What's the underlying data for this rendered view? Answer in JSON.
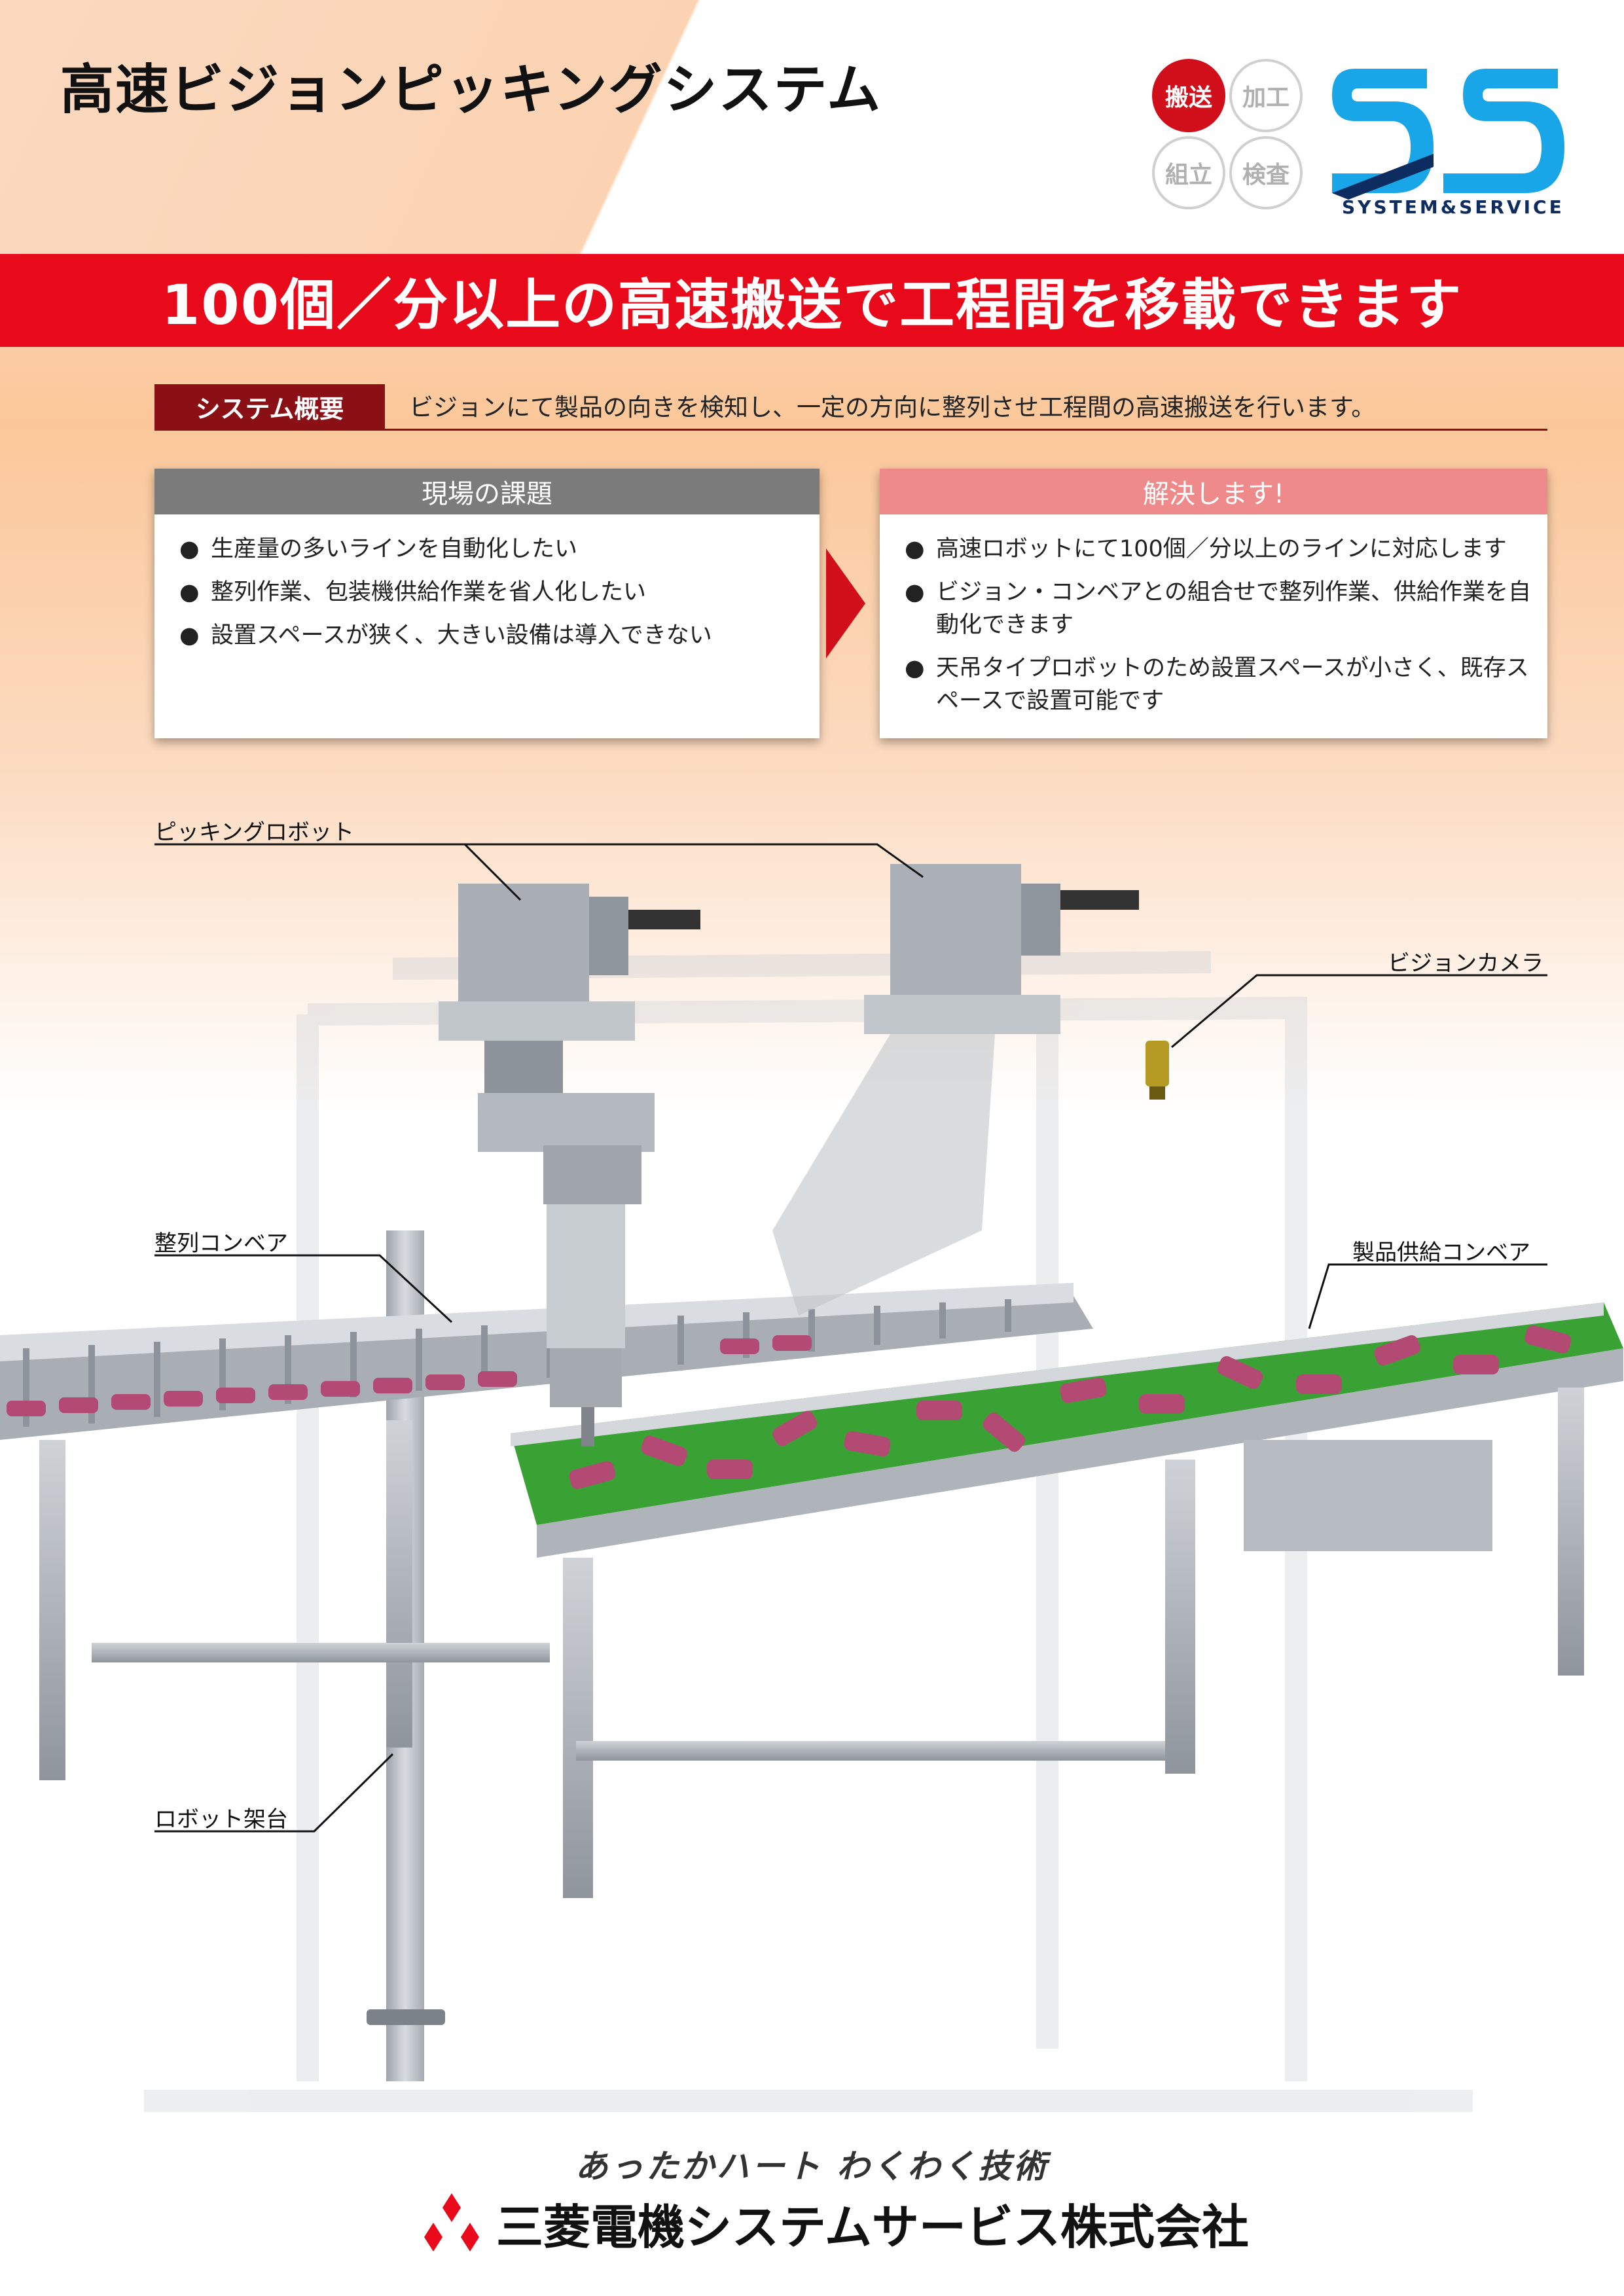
{
  "header": {
    "title": "高速ビジョンピッキングシステム",
    "categories": [
      "搬送",
      "加工",
      "組立",
      "検査"
    ],
    "active_category": "搬送",
    "logo_text": "SYSTEM&SERVICE",
    "logo_icon": "ss-logo-icon"
  },
  "banner": {
    "text": "100個／分以上の高速搬送で工程間を移載できます"
  },
  "overview": {
    "label": "システム概要",
    "text": "ビジョンにて製品の向きを検知し、一定の方向に整列させ工程間の高速搬送を行います。"
  },
  "issues": {
    "title": "現場の課題",
    "items": [
      "生産量の多いラインを自動化したい",
      "整列作業、包装機供給作業を省人化したい",
      "設置スペースが狭く、大きい設備は導入できない"
    ]
  },
  "solutions": {
    "title": "解決します!",
    "items": [
      "高速ロボットにて100個／分以上のラインに対応します",
      "ビジョン・コンベアとの組合せで整列作業、供給作業を自動化できます",
      "天吊タイプロボットのため設置スペースが小さく、既存スペースで設置可能です"
    ]
  },
  "callouts": {
    "picking_robot": "ピッキングロボット",
    "vision_camera": "ビジョンカメラ",
    "align_conveyor": "整列コンベア",
    "supply_conveyor": "製品供給コンベア",
    "robot_frame": "ロボット架台"
  },
  "footer": {
    "tagline": "あったかハート わくわく技術",
    "company": "三菱電機システムサービス株式会社",
    "company_logo": "mitsubishi-diamond-icon"
  },
  "colors": {
    "banner_red": "#e8091b",
    "overview_dark_red": "#8a1015",
    "issues_header_gray": "#7b7b7b",
    "solutions_header_pink": "#ee8a8a",
    "conveyor_green": "#3aa235",
    "product_pink": "#b24a74",
    "logo_blue": "#19a6e8"
  }
}
